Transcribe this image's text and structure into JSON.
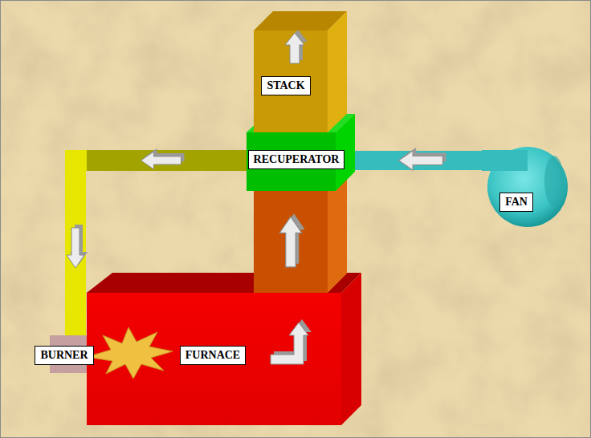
{
  "diagram": {
    "nodes": [
      {
        "text": [
          "STACK"
        ]
      },
      {
        "text": [
          "RECUPERATOR"
        ]
      },
      {
        "text": [
          "FAN"
        ]
      },
      {
        "text": [
          "BURNER"
        ]
      },
      {
        "text": [
          "FURNACE"
        ]
      }
    ],
    "edges": [
      {
        "from": 2,
        "to": 1,
        "arrow": "to"
      },
      {
        "from": 1,
        "to": 3,
        "arrow": "to"
      },
      {
        "from": 4,
        "to": 1,
        "arrow": "to"
      }
    ]
  }
}
